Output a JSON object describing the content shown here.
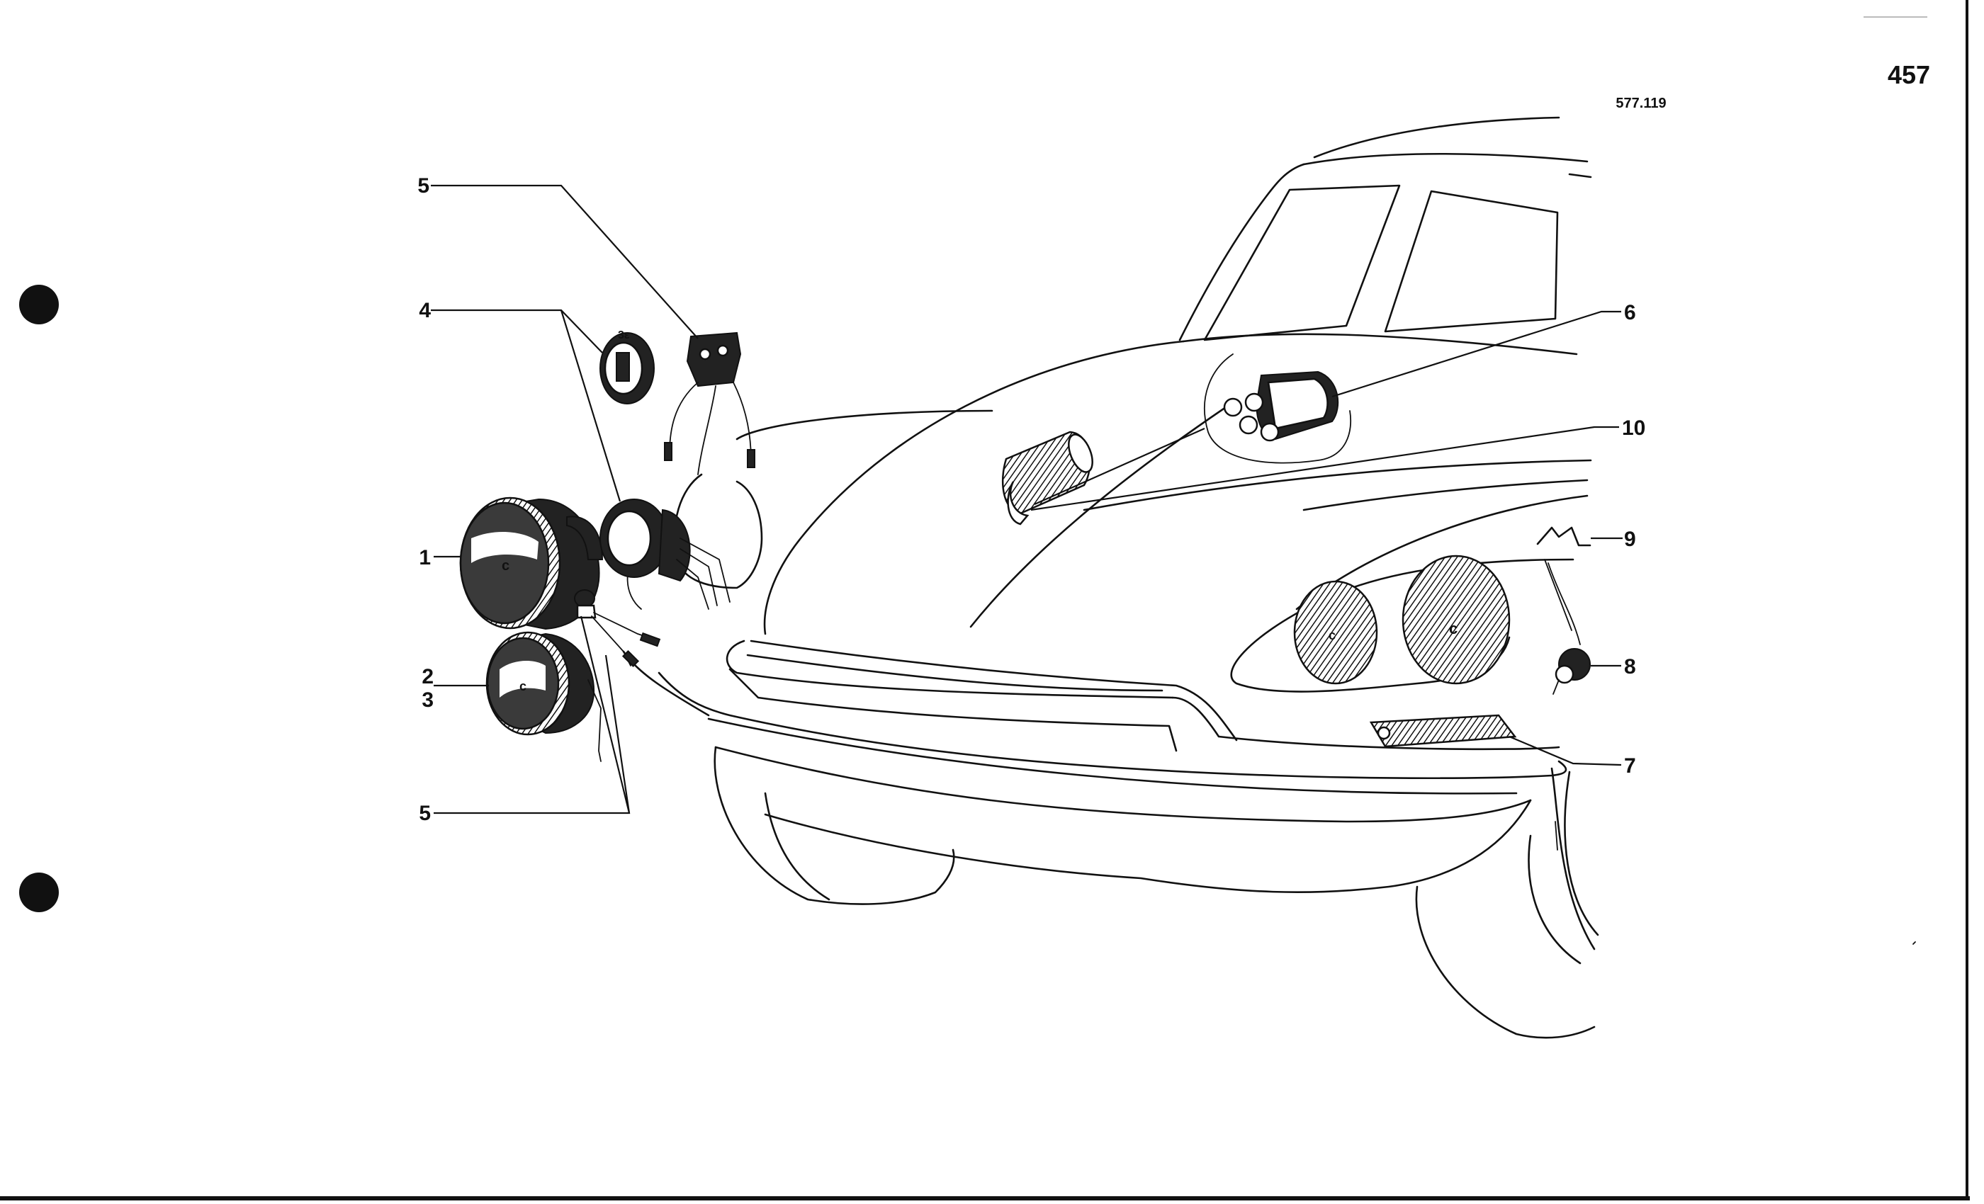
{
  "page": {
    "number": "457",
    "reference": "577.119"
  },
  "callouts": {
    "c1": "1",
    "c2": "2",
    "c3": "3",
    "c4": "4",
    "c5_top": "5",
    "c5_bottom": "5",
    "c6": "6",
    "c7": "7",
    "c8": "8",
    "c9": "9",
    "c10": "10"
  },
  "colors": {
    "ink": "#111111",
    "paper": "#ffffff"
  }
}
